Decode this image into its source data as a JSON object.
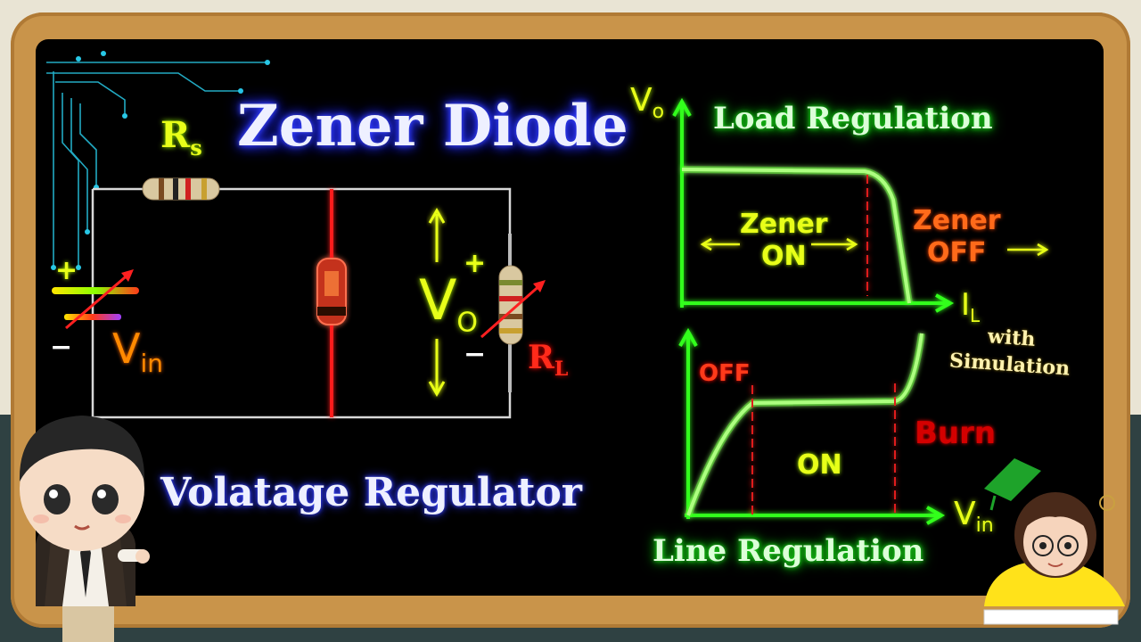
{
  "title": "Zener Diode",
  "subtitle": "Volatage Regulator",
  "circuit": {
    "rs_label": "R",
    "rs_sub": "s",
    "rl_label": "R",
    "rl_sub": "L",
    "vin_label": "V",
    "vin_sub": "in",
    "vo_label": "V",
    "vo_sub": "O",
    "plus": "+",
    "minus": "−"
  },
  "load_regulation": {
    "title": "Load Regulation",
    "y_axis": "V",
    "y_axis_sub": "o",
    "x_axis": "I",
    "x_axis_sub": "L",
    "zener_on": [
      "Zener",
      "ON"
    ],
    "zener_off": [
      "Zener",
      "OFF"
    ]
  },
  "line_regulation": {
    "title": "Line Regulation",
    "x_axis": "V",
    "x_axis_sub": "in",
    "off_label": "OFF",
    "on_label": "ON",
    "burn_label": "Burn"
  },
  "tagline": [
    "with",
    "Simulation"
  ],
  "colors": {
    "frame": "#c9944a",
    "board": "#000000",
    "graph_green": "#33ff1a",
    "label_yellow": "#e8ff19",
    "title_glow": "#2b35ff",
    "red": "#ff2a1a"
  }
}
